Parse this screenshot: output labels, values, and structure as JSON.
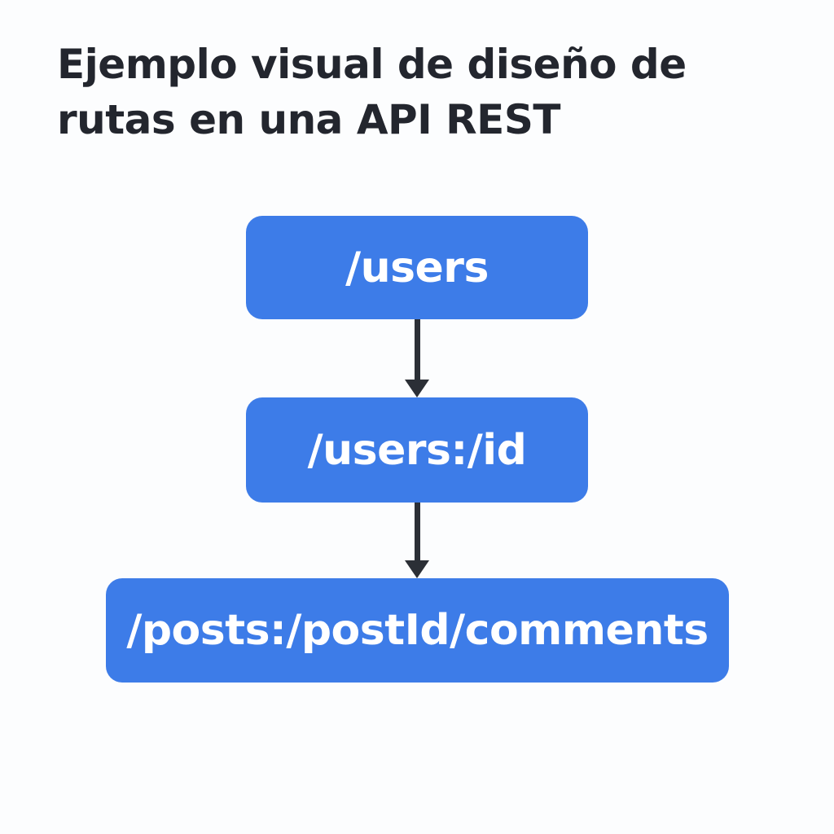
{
  "title": {
    "line1": "Ejemplo visual de diseño de",
    "line2": "rutas en una API REST"
  },
  "diagram": {
    "nodes": [
      {
        "id": "users-collection",
        "label": "/users"
      },
      {
        "id": "user-by-id",
        "label": "/users:/id"
      },
      {
        "id": "post-comments",
        "label": "/posts:/postId/comments"
      }
    ],
    "connectors": [
      {
        "from": "users-collection",
        "to": "user-by-id",
        "type": "arrow-down"
      },
      {
        "from": "user-by-id",
        "to": "post-comments",
        "type": "arrow-down"
      }
    ],
    "colors": {
      "background": "#fcfdfe",
      "node_fill": "#3d7ce8",
      "node_text": "#ffffff",
      "arrow": "#2b2f36",
      "title_text": "#23262e"
    }
  }
}
